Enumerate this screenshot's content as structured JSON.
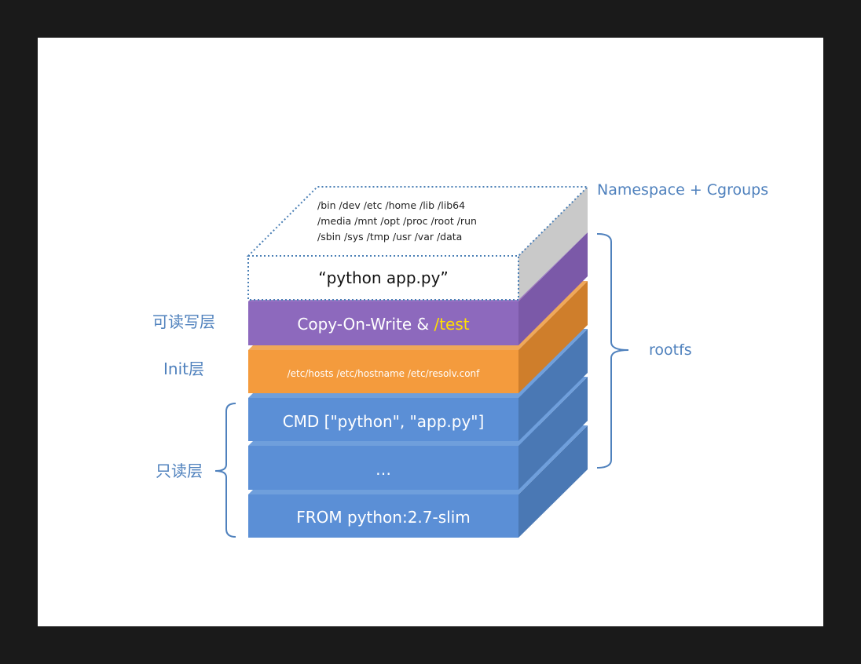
{
  "diagram": {
    "colors": {
      "readonly_front": "#5b8fd6",
      "readonly_top": "#6f9fdc",
      "readonly_side": "#4a78b4",
      "init_front": "#f49b3d",
      "init_top": "#f0a85a",
      "init_side": "#cf7e2b",
      "rw_front": "#8d69bd",
      "rw_top": "#9c7cc6",
      "rw_side": "#7b59a8",
      "top_side": "#c9c9c9",
      "dotted_border": "#4a7fb5",
      "label_text": "#4f81bd",
      "highlight": "#ffe000"
    },
    "top_layer": {
      "paths_lines": [
        "/bin  /dev  /etc  /home  /lib  /lib64",
        "/media  /mnt  /opt  /proc  /root  /run",
        "/sbin  /sys  /tmp  /usr  /var /data"
      ],
      "command": "“python app.py”"
    },
    "rw_layer": {
      "text": "Copy-On-Write & ",
      "highlight": "/test"
    },
    "init_layer": {
      "text": "/etc/hosts /etc/hostname /etc/resolv.conf"
    },
    "cmd_layer": {
      "text": "CMD [\"python\", \"app.py\"]"
    },
    "ellipsis_layer": {
      "text": "…"
    },
    "from_layer": {
      "text": "FROM python:2.7-slim"
    },
    "labels": {
      "namespace": "Namespace + Cgroups",
      "rootfs": "rootfs",
      "rw": "可读写层",
      "init": "Init层",
      "readonly": "只读层"
    }
  }
}
